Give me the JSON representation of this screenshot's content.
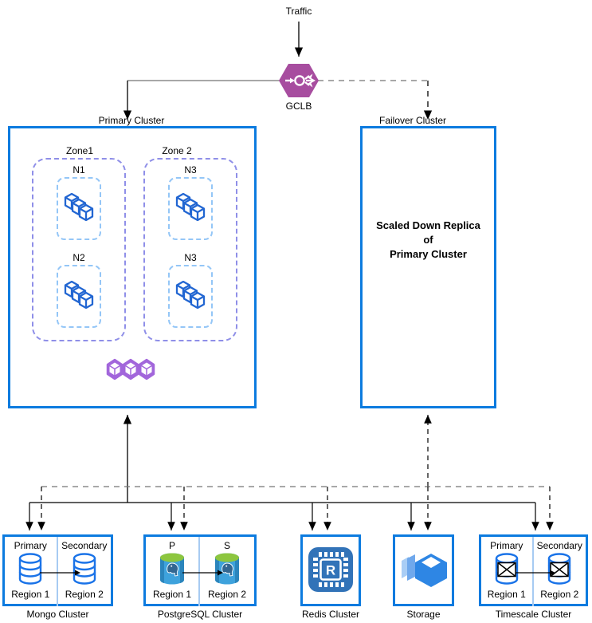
{
  "colors": {
    "cluster_border": "#0C7BDF",
    "zone_border": "#8F8FE8",
    "node_border": "#94C6F7",
    "divider": "#A7CBF2",
    "gclb_purple": "#A74D9F",
    "cluster_icon_purple": "#A266DB",
    "db_icon_blue": "#1A73E8",
    "postgres_body": "#3EA2DC",
    "postgres_top": "#8DC63F",
    "postgres_logo": "#336791",
    "redis_bg": "#3273B8",
    "storage_blue": "#2E86E4",
    "line_gray": "#757575",
    "line_black": "#000000"
  },
  "top": {
    "traffic_label": "Traffic",
    "gclb_label": "GCLB"
  },
  "primary_cluster": {
    "label": "Primary Cluster",
    "zones": [
      {
        "label": "Zone1",
        "nodes": [
          {
            "label": "N1"
          },
          {
            "label": "N2"
          }
        ]
      },
      {
        "label": "Zone 2",
        "nodes": [
          {
            "label": "N3"
          },
          {
            "label": "N3"
          }
        ]
      }
    ]
  },
  "failover_cluster": {
    "label": "Failover Cluster",
    "lines": [
      "Scaled Down Replica",
      "of",
      "Primary Cluster"
    ]
  },
  "bottom": {
    "mongo": {
      "title": "Mongo Cluster",
      "left_role": "Primary",
      "right_role": "Secondary",
      "left_region": "Region 1",
      "right_region": "Region 2"
    },
    "postgres": {
      "title": "PostgreSQL Cluster",
      "left_role": "P",
      "right_role": "S",
      "left_region": "Region 1",
      "right_region": "Region 2"
    },
    "redis": {
      "title": "Redis Cluster",
      "chip_letter": "R"
    },
    "storage": {
      "title": "Storage"
    },
    "timescale": {
      "title": "Timescale Cluster",
      "left_role": "Primary",
      "right_role": "Secondary",
      "left_region": "Region 1",
      "right_region": "Region 2"
    }
  }
}
